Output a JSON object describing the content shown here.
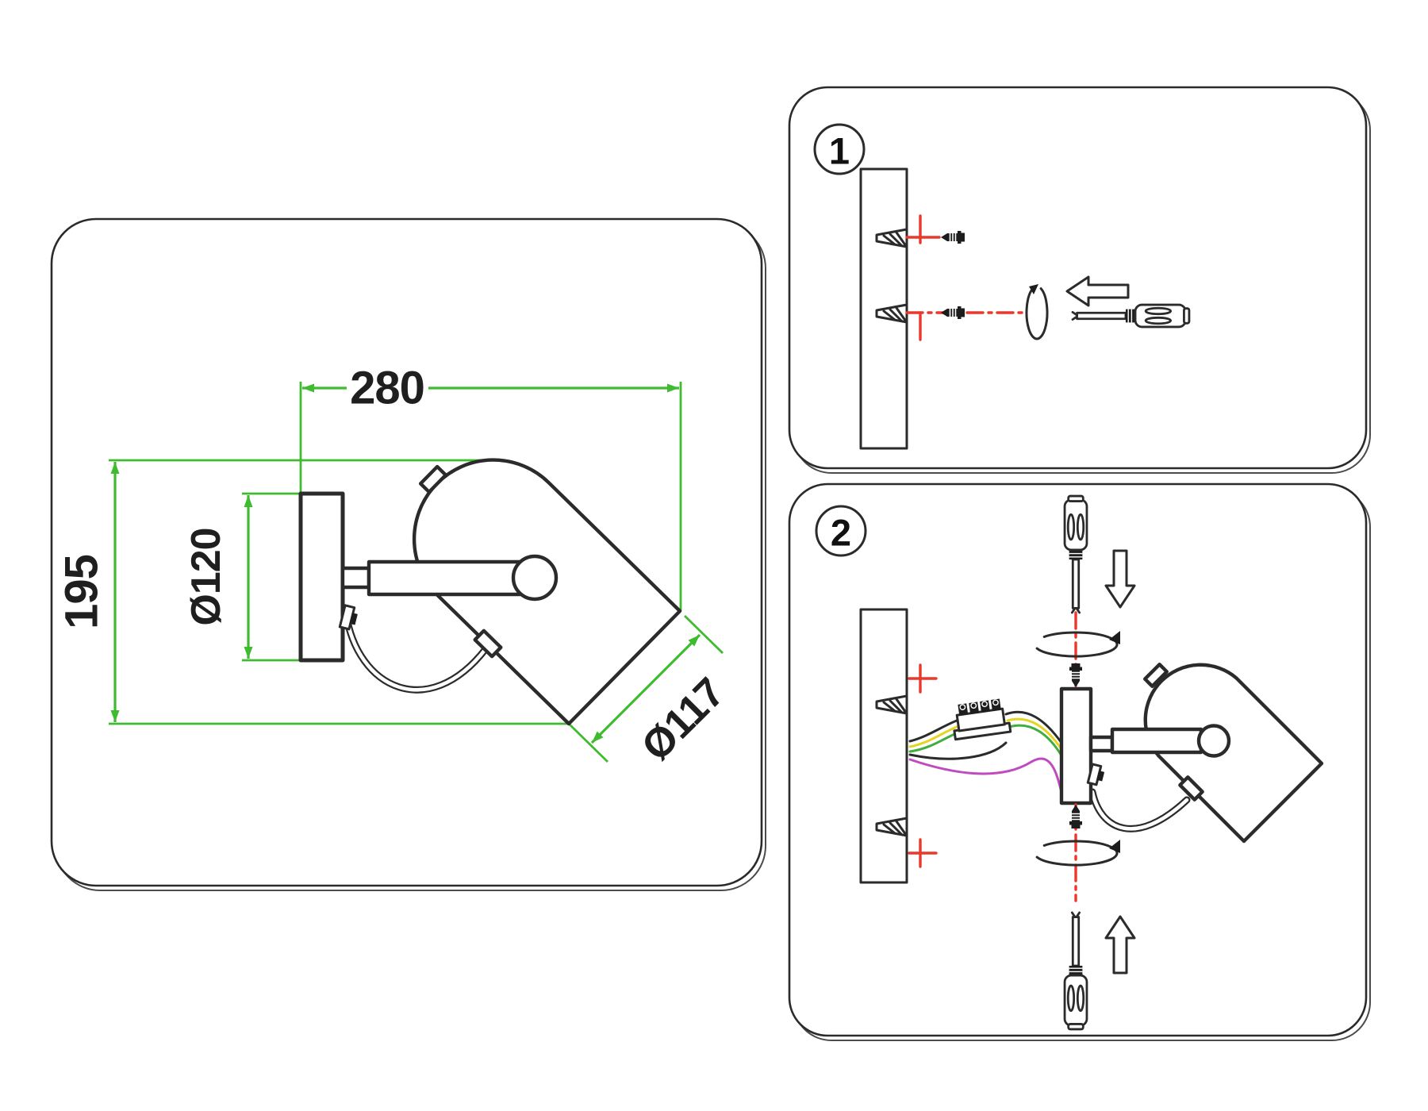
{
  "dimension_panel": {
    "width_label": "280",
    "height_label": "195",
    "base_diameter_label": "Ø120",
    "head_diameter_label": "Ø117"
  },
  "step_panels": [
    {
      "badge": "1"
    },
    {
      "badge": "2"
    }
  ],
  "colors": {
    "line": "#2b2b2b",
    "dimension": "#3fbb30",
    "guide": "#e8392c",
    "wire_yellow": "#e7d420",
    "wire_green": "#3fae3d",
    "wire_magenta": "#c04ac0",
    "metal_dark": "#1d1d1d",
    "paper": "#ffffff"
  }
}
